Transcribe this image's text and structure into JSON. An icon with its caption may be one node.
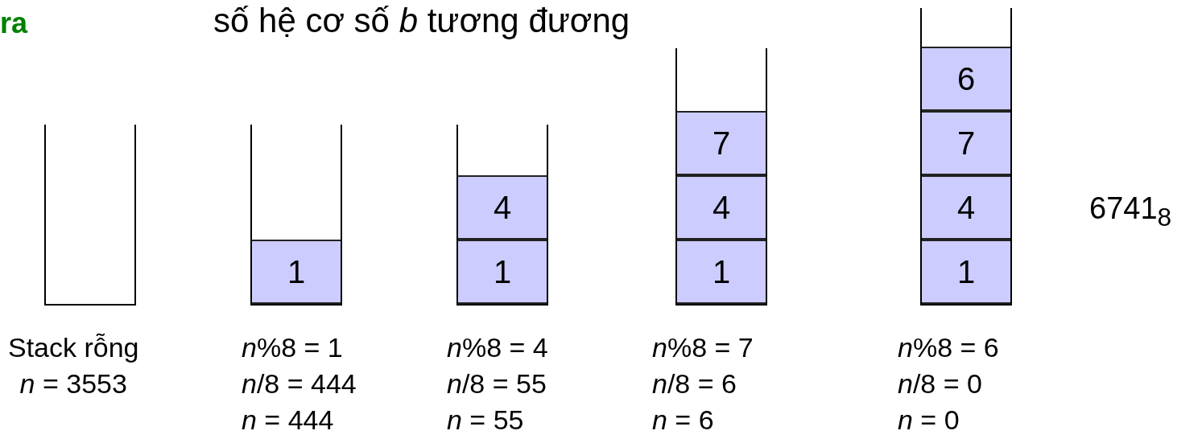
{
  "diagram": {
    "title": "số hệ cơ số *b* tương đương",
    "nodes": [
      {
        "text": [],
        "shape": "box",
        "beside": [
          "Stack rỗng",
          "*n* = 3553"
        ]
      },
      {
        "text": [],
        "shape": "box",
        "beside": [
          "*n*%8 = 1",
          "*n*/8 = 444",
          "*n* = 444"
        ]
      },
      {
        "text": [
          "1"
        ],
        "in": 1
      },
      {
        "text": [],
        "shape": "box",
        "beside": [
          "*n*%8 = 4",
          "*n*/8 = 55",
          "*n* = 55"
        ]
      },
      {
        "text": [
          "4"
        ],
        "in": 3
      },
      {
        "text": [
          "1"
        ],
        "in": 3
      },
      {
        "text": [],
        "shape": "box",
        "beside": [
          "*n*%8 = 7",
          "*n*/8 = 6",
          "*n* = 6"
        ]
      },
      {
        "text": [
          "7"
        ],
        "in": 6
      },
      {
        "text": [
          "4"
        ],
        "in": 6
      },
      {
        "text": [
          "1"
        ],
        "in": 6
      },
      {
        "text": [],
        "shape": "box",
        "beside": [
          "*n*%8 = 6",
          "*n*/8 = 0",
          "*n* = 0"
        ]
      },
      {
        "text": [
          "6"
        ],
        "in": 10
      },
      {
        "text": [
          "7"
        ],
        "in": 10
      },
      {
        "text": [
          "4"
        ],
        "in": 10
      },
      {
        "text": [
          "1"
        ],
        "in": 10
      }
    ],
    "edges": [],
    "labels": [
      "ra",
      "6741$_{8}$"
    ]
  }
}
